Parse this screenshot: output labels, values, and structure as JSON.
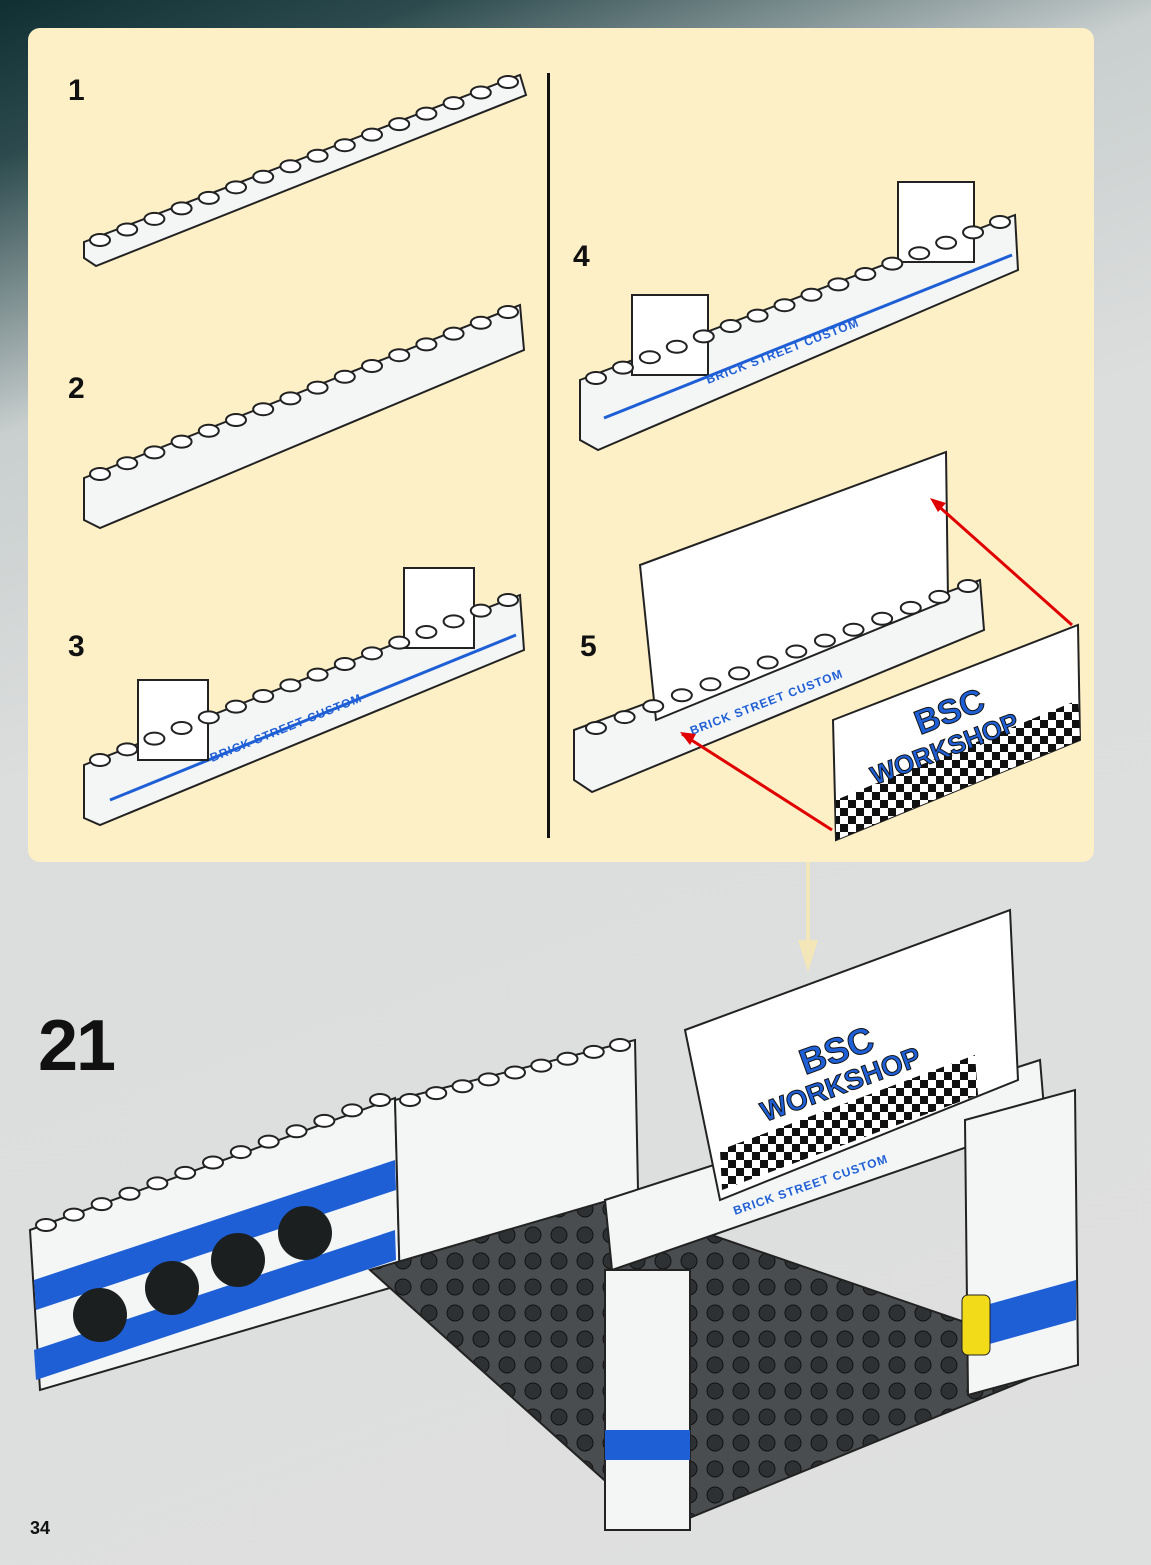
{
  "substeps": [
    {
      "number": "1"
    },
    {
      "number": "2"
    },
    {
      "number": "3"
    },
    {
      "number": "4"
    },
    {
      "number": "5"
    }
  ],
  "main_step": "21",
  "page_number": "34",
  "sticker": {
    "line1": "BSC",
    "line2": "WORKSHOP"
  },
  "brick_print": "BRICK STREET CUSTOM",
  "colors": {
    "panel": "#fdf0c7",
    "arrow_callout": "#e00000",
    "arrow_main": "#f3e6b8",
    "brick_blue": "#1f5fd6"
  }
}
